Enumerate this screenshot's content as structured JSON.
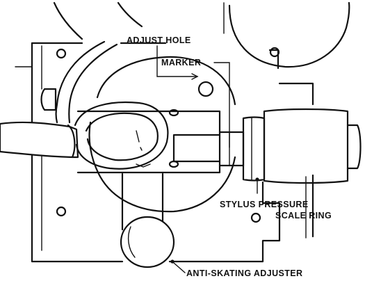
{
  "figure": {
    "labels": {
      "adjust_hole": "ADJUST HOLE",
      "marker": "MARKER",
      "stylus_pressure": "STYLUS PRESSURE",
      "scale_ring": "SCALE RING",
      "anti_skating_adjuster": "ANTI-SKATING ADJUSTER"
    },
    "colors": {
      "ink": "#111111",
      "paper": "#ffffff"
    }
  }
}
